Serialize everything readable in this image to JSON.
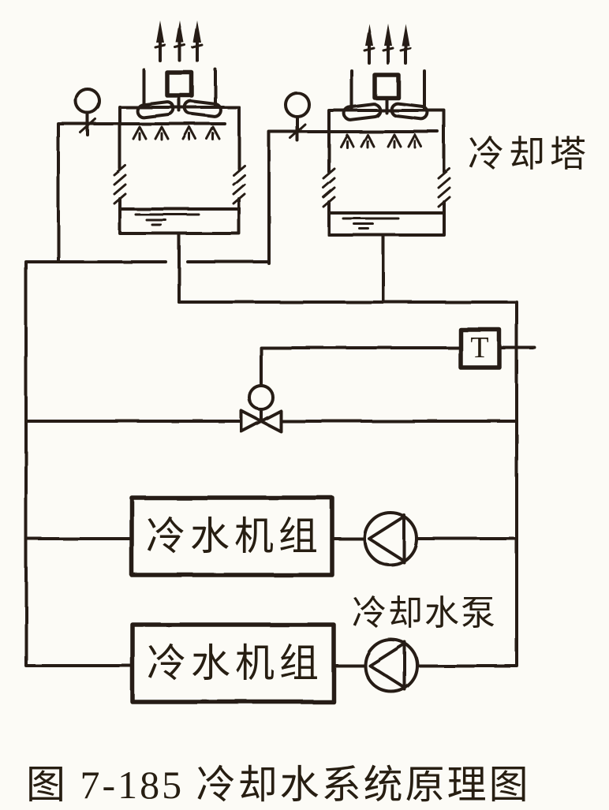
{
  "colors": {
    "background": "#fcfbf6",
    "ink": "#271e12"
  },
  "labels": {
    "cooling_tower": "冷却塔",
    "chiller_1": "冷水机组",
    "chiller_2": "冷水机组",
    "cooling_water_pump": "冷却水泵",
    "temperature_sensor": "T",
    "caption": "图 7-185  冷却水系统原理图"
  },
  "symbols": {
    "cooling_tower_count": 2,
    "chiller_count": 2,
    "pump_count": 2,
    "inlet_valve_icon": "manual-valve-with-round-handle",
    "control_valve_icon": "butterfly-valve-with-round-actuator",
    "sensor_icon": "temperature-sensor-box",
    "pump_icon": "circle-with-left-pointing-triangle",
    "exhaust_icon": "three-up-arrows"
  }
}
